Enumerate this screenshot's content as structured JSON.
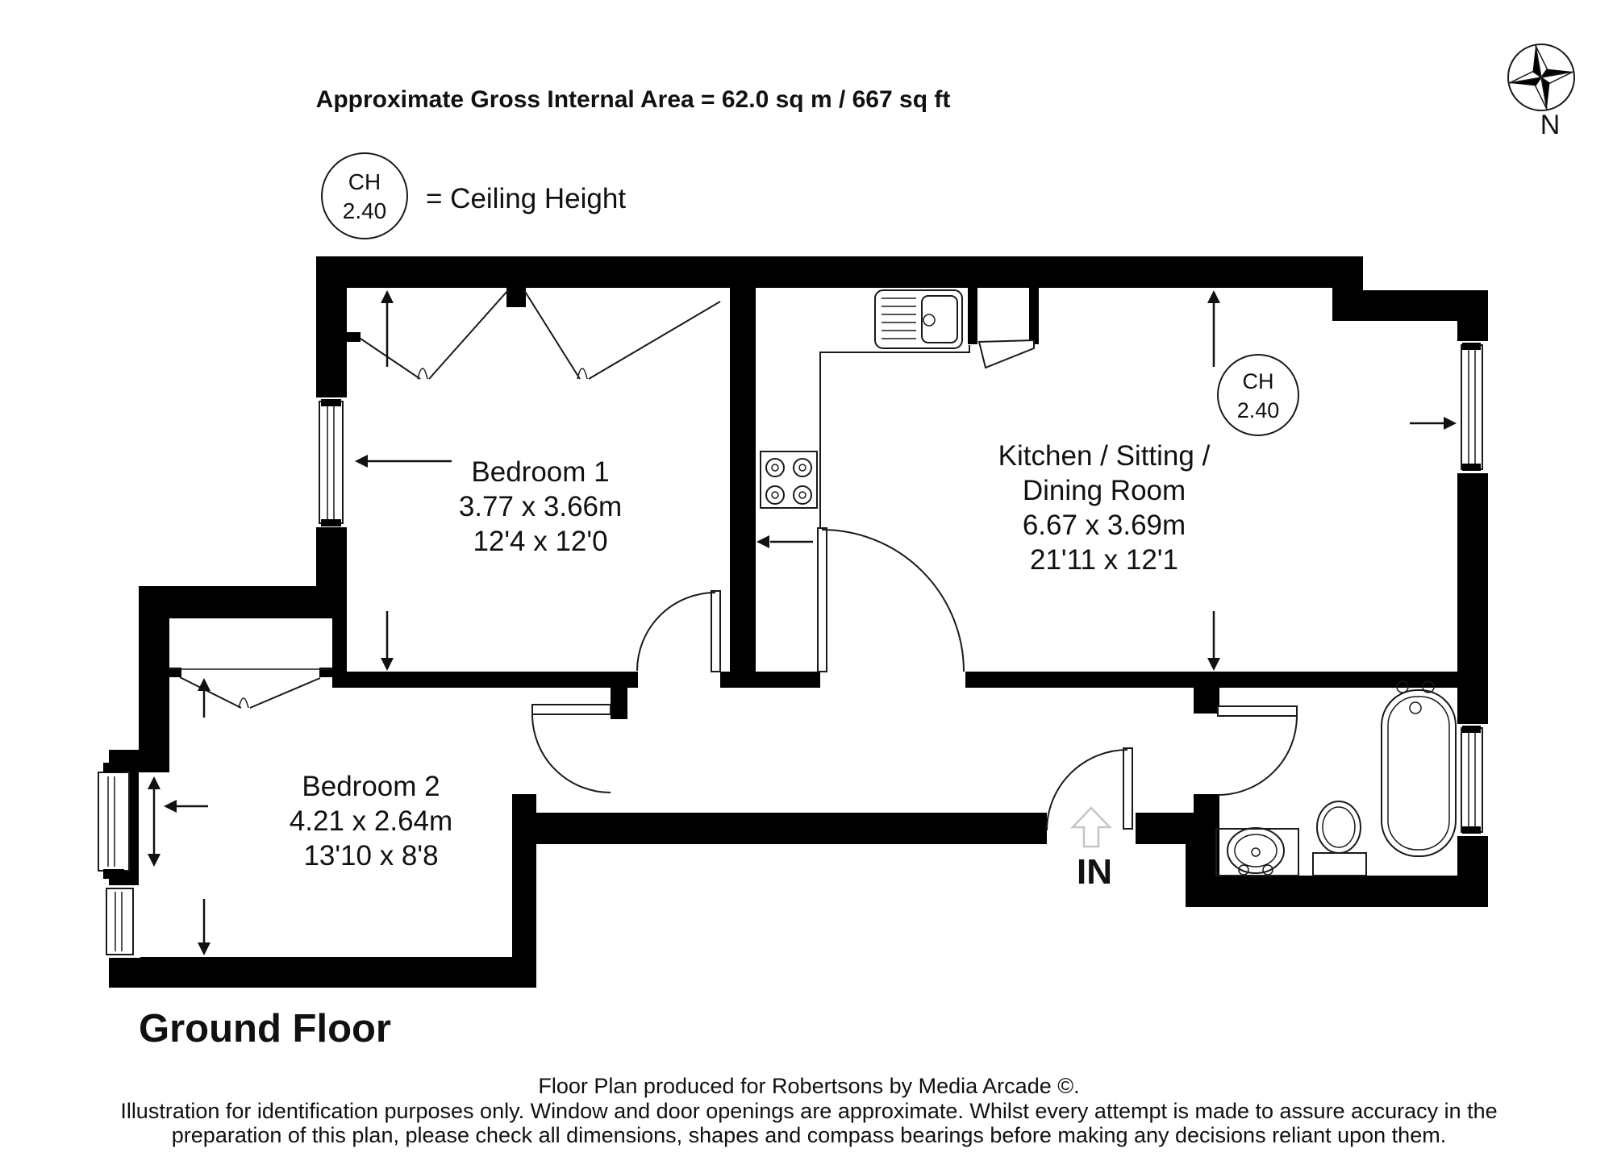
{
  "header": {
    "title": "Approximate Gross Internal Area  = 62.0 sq m / 667 sq ft"
  },
  "legend": {
    "abbr": "CH",
    "value": "2.40",
    "label": "= Ceiling Height"
  },
  "compass": {
    "label": "N"
  },
  "rooms": {
    "bedroom1": {
      "name": "Bedroom 1",
      "metric": "3.77 x 3.66m",
      "imperial": "12'4 x 12'0"
    },
    "kitchen": {
      "name_line1": "Kitchen / Sitting /",
      "name_line2": "Dining Room",
      "metric": "6.67 x 3.69m",
      "imperial": "21'11 x 12'1"
    },
    "bedroom2": {
      "name": "Bedroom 2",
      "metric": "4.21 x 2.64m",
      "imperial": "13'10 x 8'8"
    }
  },
  "kitchen_ch": {
    "abbr": "CH",
    "value": "2.40"
  },
  "entrance": {
    "label": "IN"
  },
  "floor": {
    "label": "Ground Floor"
  },
  "footer": {
    "line1": "Floor Plan produced for Robertsons by Media Arcade ©.",
    "line2": "Illustration for identification purposes only. Window and door openings are approximate. Whilst every attempt is made to assure accuracy in the",
    "line3": "preparation of this plan, please check all dimensions, shapes and compass bearings before making any decisions reliant upon them."
  },
  "colors": {
    "wall": "#000000",
    "line": "#1a1a1a",
    "entry_arrow": "#c5c5c5",
    "background": "#ffffff"
  }
}
